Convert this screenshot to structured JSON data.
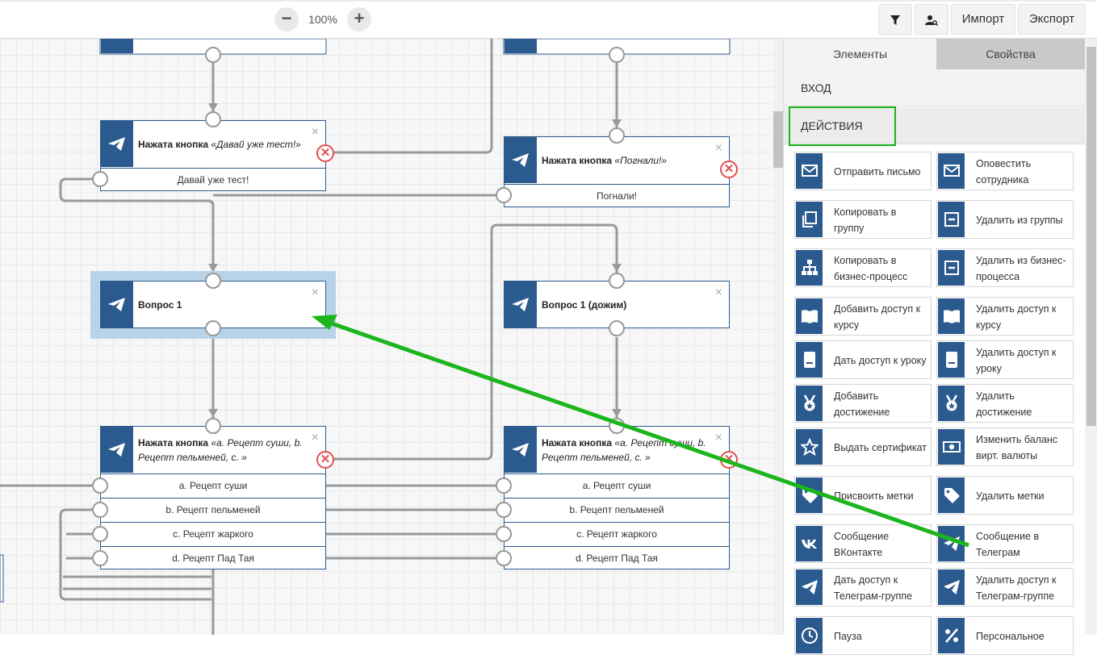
{
  "toolbar": {
    "zoom_out_label": "−",
    "zoom_in_label": "+",
    "zoom_level": "100%",
    "filter_icon": "filter-icon",
    "user_search_icon": "user-search-icon",
    "import_label": "Импорт",
    "export_label": "Экспорт"
  },
  "nodes": {
    "n1": {
      "title_bold": "Нажата кнопка",
      "title_italic": "«Давай уже тест!»",
      "rows": [
        "Давай уже тест!"
      ]
    },
    "n2": {
      "title_bold": "Нажата кнопка",
      "title_italic": "«Погнали!»",
      "rows": [
        "Погнали!"
      ]
    },
    "n3": {
      "title_bold": "Вопрос 1",
      "title_italic": ""
    },
    "n4": {
      "title_bold": "Вопрос 1 (дожим)",
      "title_italic": ""
    },
    "n5": {
      "title_bold": "Нажата кнопка",
      "title_italic": "«a. Рецепт суши, b. Рецепт пельменей, c. »",
      "rows": [
        "a. Рецепт суши",
        "b. Рецепт пельменей",
        "c. Рецепт жаркого",
        "d. Рецепт Пад Тая"
      ]
    },
    "n6": {
      "title_bold": "Нажата кнопка",
      "title_italic": "«a. Рецепт суши, b. Рецепт пельменей, c. »",
      "rows": [
        "a. Рецепт суши",
        "b. Рецепт пельменей",
        "c. Рецепт жаркого",
        "d. Рецепт Пад Тая"
      ]
    },
    "close_glyph": "×",
    "remove_glyph": "✕"
  },
  "panel": {
    "tabs": [
      "Элементы",
      "Свойства"
    ],
    "active_tab": "Свойства",
    "sections": [
      "ВХОД",
      "ДЕЙСТВИЯ"
    ],
    "actions": [
      {
        "label": "Отправить письмо",
        "icon": "envelope-icon"
      },
      {
        "label": "Оповестить сотрудника",
        "icon": "envelope-icon"
      },
      {
        "label": "Копировать в группу",
        "icon": "copy-icon"
      },
      {
        "label": "Удалить из группы",
        "icon": "minus-box-icon"
      },
      {
        "label": "Копировать в бизнес-процесс",
        "icon": "hierarchy-icon"
      },
      {
        "label": "Удалить из бизнес-процесса",
        "icon": "minus-box-icon"
      },
      {
        "label": "Добавить доступ к курсу",
        "icon": "book-icon"
      },
      {
        "label": "Удалить доступ к курсу",
        "icon": "book-icon"
      },
      {
        "label": "Дать доступ к уроку",
        "icon": "notebook-icon"
      },
      {
        "label": "Удалить доступ к уроку",
        "icon": "notebook-icon"
      },
      {
        "label": "Добавить достижение",
        "icon": "medal-icon"
      },
      {
        "label": "Удалить достижение",
        "icon": "medal-icon"
      },
      {
        "label": "Выдать сертификат",
        "icon": "star-icon"
      },
      {
        "label": "Изменить баланс вирт. валюты",
        "icon": "banknote-icon"
      },
      {
        "label": "Присвоить метки",
        "icon": "tag-icon"
      },
      {
        "label": "Удалить метки",
        "icon": "tag-icon"
      },
      {
        "label": "Сообщение ВКонтакте",
        "icon": "vk-icon"
      },
      {
        "label": "Сообщение в Телеграм",
        "icon": "telegram-icon"
      },
      {
        "label": "Дать доступ к Телеграм-группе",
        "icon": "telegram-icon"
      },
      {
        "label": "Удалить доступ к Телеграм-группе",
        "icon": "telegram-icon"
      },
      {
        "label": "Пауза",
        "icon": "clock-icon"
      },
      {
        "label": "Персональное",
        "icon": "percent-icon"
      }
    ]
  },
  "colors": {
    "node_blue": "#2b5a8f",
    "annotation_green": "#1db51d",
    "selection": "#b8d3e8",
    "remove_red": "#e05050"
  }
}
